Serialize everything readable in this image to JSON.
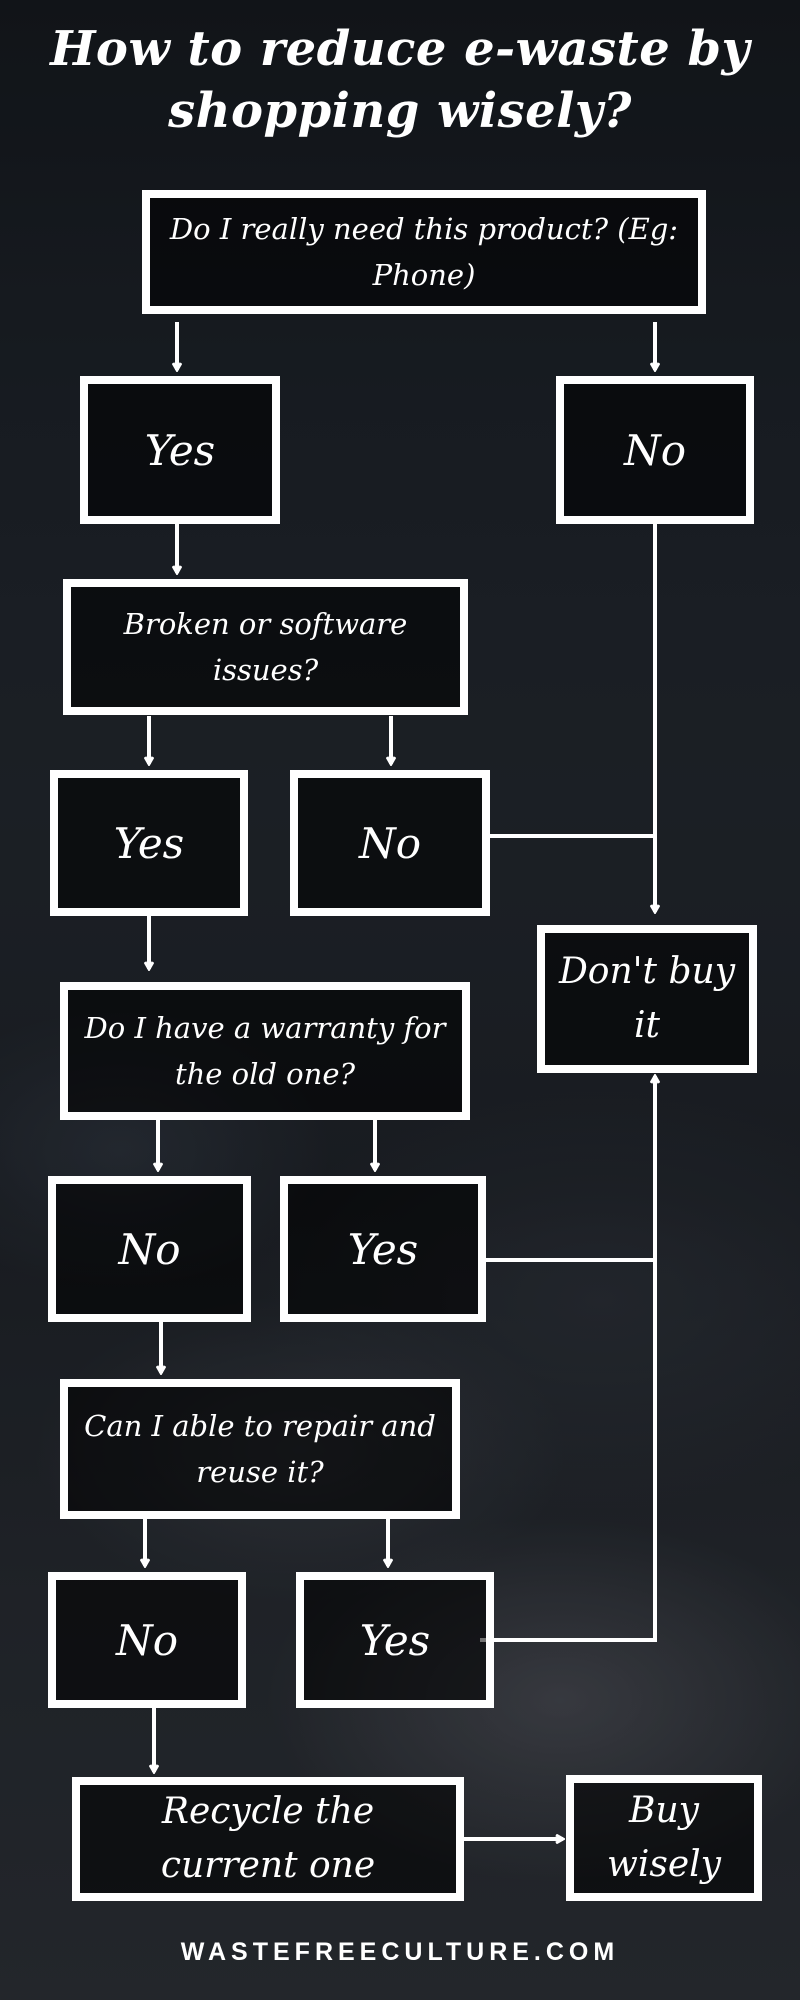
{
  "title": "How to reduce e-waste by shopping wisely?",
  "nodes": {
    "q_need": "Do I really need this product? (Eg: Phone)",
    "need_yes": "Yes",
    "need_no": "No",
    "q_broken": "Broken or software issues?",
    "broken_yes": "Yes",
    "broken_no": "No",
    "dont_buy": "Don't buy it",
    "q_warranty": "Do I have a warranty for the old one?",
    "warranty_no": "No",
    "warranty_yes": "Yes",
    "q_repair": "Can I able to repair and reuse it?",
    "repair_no": "No",
    "repair_yes": "Yes",
    "recycle": "Recycle the current one",
    "buy_wisely": "Buy wisely"
  },
  "footer": "WASTEFREECULTURE.COM",
  "colors": {
    "line": "#ffffff",
    "text": "#ffffff"
  }
}
